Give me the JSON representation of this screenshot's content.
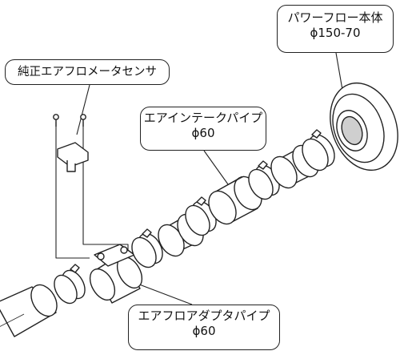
{
  "labels": {
    "powerflow_body": {
      "name": "パワーフロー本体",
      "size": "ϕ150-70"
    },
    "airflow_sensor": {
      "name": "純正エアフロメータセンサ"
    },
    "intake_pipe": {
      "name": "エアインテークパイプ",
      "size": "ϕ60"
    },
    "adapter_pipe": {
      "name": "エアフロアダプタパイプ",
      "size": "ϕ60"
    }
  },
  "colors": {
    "line": "#222222",
    "fill": "#ffffff",
    "shade": "#cfcfcf"
  }
}
